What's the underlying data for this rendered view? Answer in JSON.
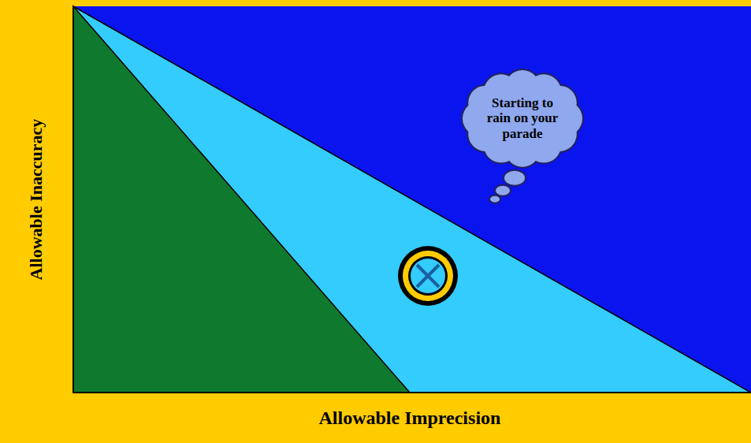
{
  "diagram": {
    "nodes": [
      {
        "text": [
          "Starting to rain on your parade"
        ]
      }
    ],
    "labels": [
      "Allowable Inaccuracy",
      "Allowable Imprecision"
    ]
  }
}
